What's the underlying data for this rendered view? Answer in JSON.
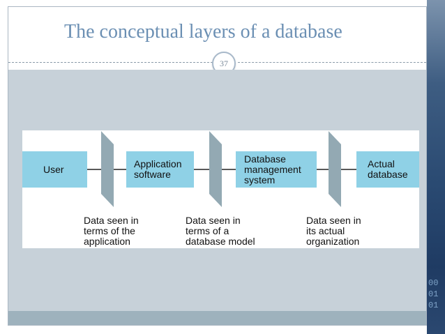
{
  "slide": {
    "title": "The conceptual layers of a database",
    "page_number": "37"
  },
  "diagram": {
    "boxes": [
      {
        "id": "user",
        "label": "User"
      },
      {
        "id": "application",
        "label": "Application\nsoftware"
      },
      {
        "id": "dbms",
        "label": "Database\nmanagement\nsystem"
      },
      {
        "id": "actual",
        "label": "Actual\ndatabase"
      }
    ],
    "captions": [
      "Data seen in\nterms of the\napplication",
      "Data seen in\nterms of a\ndatabase model",
      "Data seen in\nits actual\norganization"
    ],
    "colors": {
      "box_fill": "#8fd1e6",
      "separator_fill": "#93a9b3",
      "arrow": "#222222"
    }
  },
  "background": {
    "side_digits": "00\n01\n01",
    "colors": {
      "title": "#6b8fb3",
      "content_bg": "#c7d1d9",
      "footer_band": "#9eb2bd"
    }
  }
}
